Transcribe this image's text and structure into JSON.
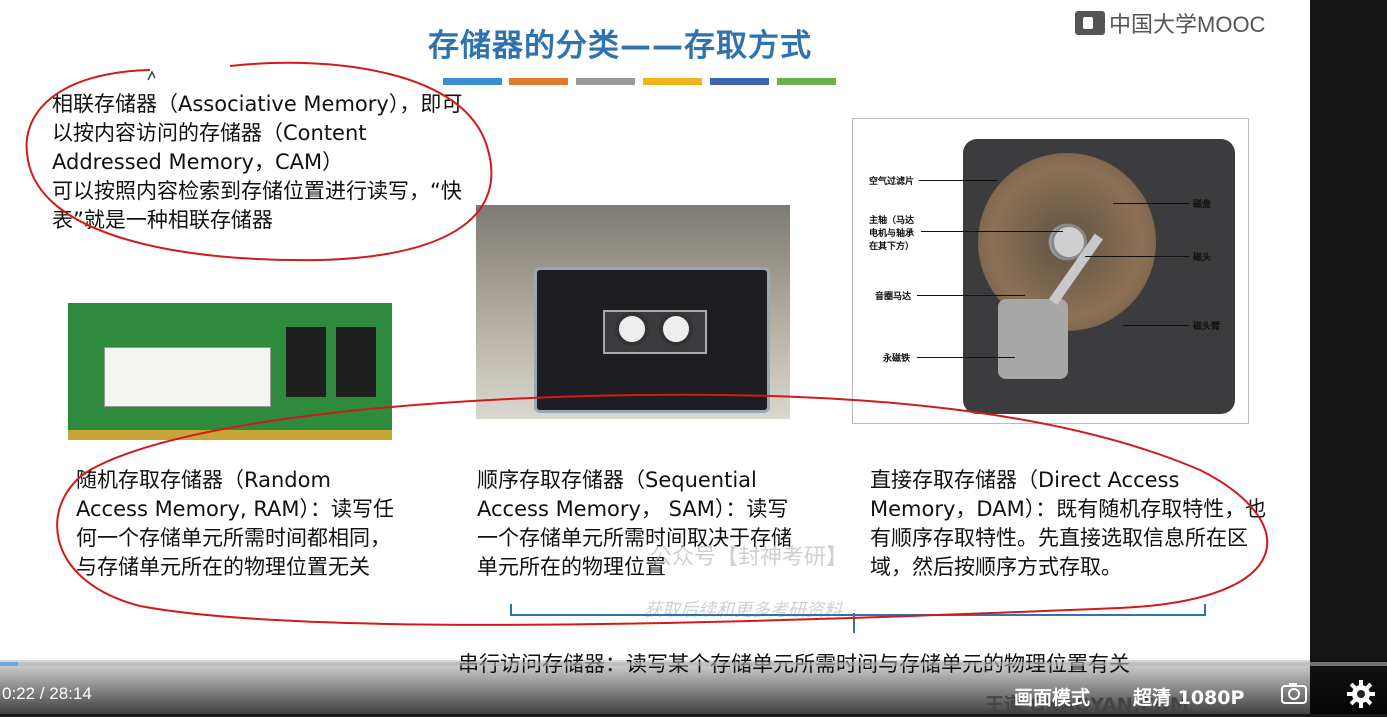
{
  "slide": {
    "title": "存储器的分类——存取方式",
    "logo_text": "中国大学MOOC",
    "colorbar_colors": [
      "#3b8fd1",
      "#e07b2e",
      "#9a9a9a",
      "#f2b21b",
      "#3c64b0",
      "#6bb04a"
    ],
    "associative_text": "相联存储器（Associative Memory），即可以按内容访问的存储器（Content Addressed Memory，CAM）\n可以按照内容检索到存储位置进行读写，“快表”就是一种相联存储器",
    "ram_text": "随机存取存储器（Random Access Memory, RAM）：读写任何一个存储单元所需时间都相同，与存储单元所在的物理位置无关",
    "sam_text": "顺序存取存储器（Sequential Access Memory， SAM）：读写一个存储单元所需时间取决于存储单元所在的物理位置",
    "dam_text": "直接存取存储器（Direct Access Memory，DAM）：既有随机存取特性，也有顺序存取特性。先直接选取信息所在区域，然后按顺序方式存取。",
    "serial_text": "串行访问存储器：读写某个存储单元所需时间与存储单元的物理位置有关",
    "watermark_1": "公众号【封神考研】",
    "watermark_2": "获取后续和更多考研资料",
    "hdd_labels": {
      "filter": "空气过滤片",
      "spindle": "主轴（马达",
      "spindle2": "电机与轴承",
      "spindle3": "在其下方）",
      "voice_coil": "音圈马达",
      "magnet": "永磁铁",
      "platter": "磁盘",
      "head": "磁头",
      "arm": "磁头臂"
    }
  },
  "player": {
    "time": "0:22 / 28:14",
    "progress": 0.013,
    "mode_label": "画面模式",
    "quality_label": "超清 1080P",
    "url_overlay": "王道 GKAOYAN.COM",
    "screenshot_icon": "camera-icon",
    "settings_icon": "gear-icon",
    "accent_color": "#6aa8e6"
  }
}
